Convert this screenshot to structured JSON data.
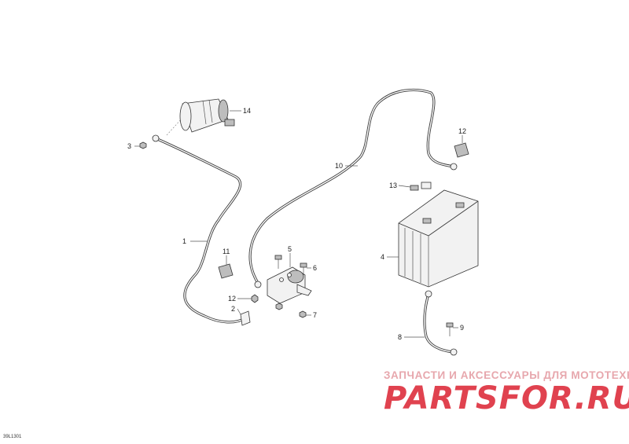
{
  "diagram": {
    "figure_code": "39L1301",
    "callouts": [
      {
        "id": "c1",
        "label": "1"
      },
      {
        "id": "c2",
        "label": "2"
      },
      {
        "id": "c3",
        "label": "3"
      },
      {
        "id": "c4",
        "label": "4"
      },
      {
        "id": "c5",
        "label": "5"
      },
      {
        "id": "c6",
        "label": "6"
      },
      {
        "id": "c7",
        "label": "7"
      },
      {
        "id": "c8",
        "label": "8"
      },
      {
        "id": "c9",
        "label": "9"
      },
      {
        "id": "c10",
        "label": "10"
      },
      {
        "id": "c11",
        "label": "11"
      },
      {
        "id": "c12a",
        "label": "12"
      },
      {
        "id": "c12b",
        "label": "12"
      },
      {
        "id": "c13",
        "label": "13"
      },
      {
        "id": "c14",
        "label": "14"
      }
    ]
  },
  "watermark": {
    "line1": "ЗАПЧАСТИ И АКСЕССУАРЫ ДЛЯ МОТОТЕХНИКИ",
    "line2": "PARTSFOR.RU"
  }
}
